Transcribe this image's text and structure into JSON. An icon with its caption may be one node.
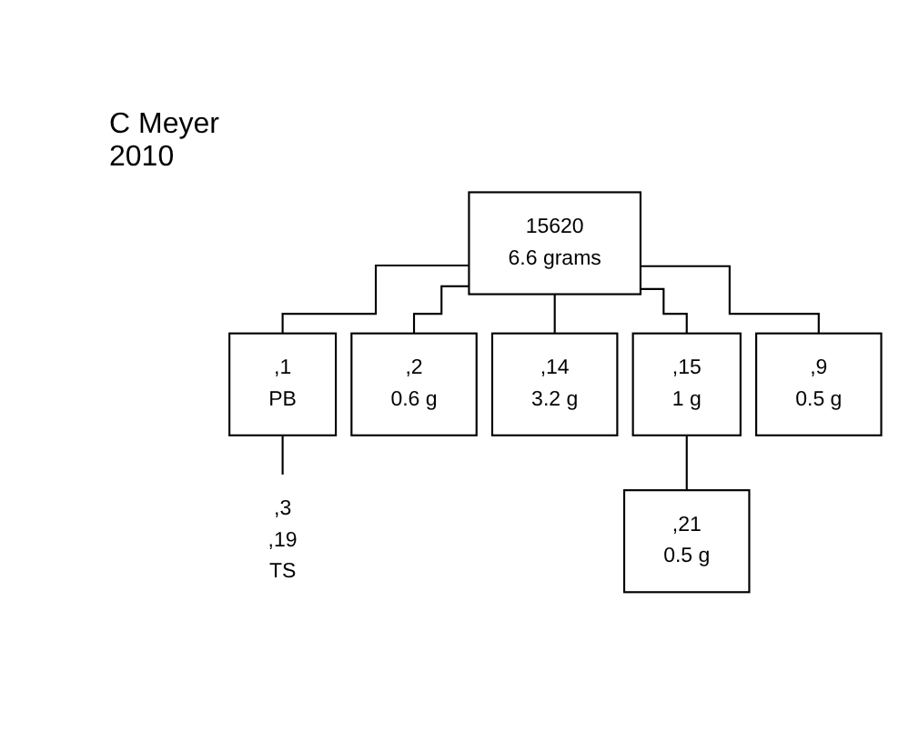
{
  "diagram": {
    "nodes": [
      {
        "text": [
          "15620",
          "6.6 grams"
        ]
      },
      {
        "text": [
          ",1",
          "PB"
        ]
      },
      {
        "text": [
          ",2",
          "0.6 g"
        ]
      },
      {
        "text": [
          ",14",
          "3.2 g"
        ]
      },
      {
        "text": [
          ",15",
          "1 g"
        ]
      },
      {
        "text": [
          ",9",
          "0.5 g"
        ]
      },
      {
        "text": [
          ",3",
          ",19",
          "TS"
        ]
      },
      {
        "text": [
          ",21",
          "0.5 g"
        ]
      }
    ],
    "edges": [
      {
        "from": 0,
        "to": 1,
        "arrow": "none"
      },
      {
        "from": 0,
        "to": 2,
        "arrow": "none"
      },
      {
        "from": 0,
        "to": 3,
        "arrow": "none"
      },
      {
        "from": 0,
        "to": 4,
        "arrow": "none"
      },
      {
        "from": 0,
        "to": 5,
        "arrow": "none"
      },
      {
        "from": 1,
        "to": 6,
        "arrow": "none"
      },
      {
        "from": 4,
        "to": 7,
        "arrow": "none"
      }
    ],
    "labels": [
      "C Meyer 2010"
    ]
  }
}
